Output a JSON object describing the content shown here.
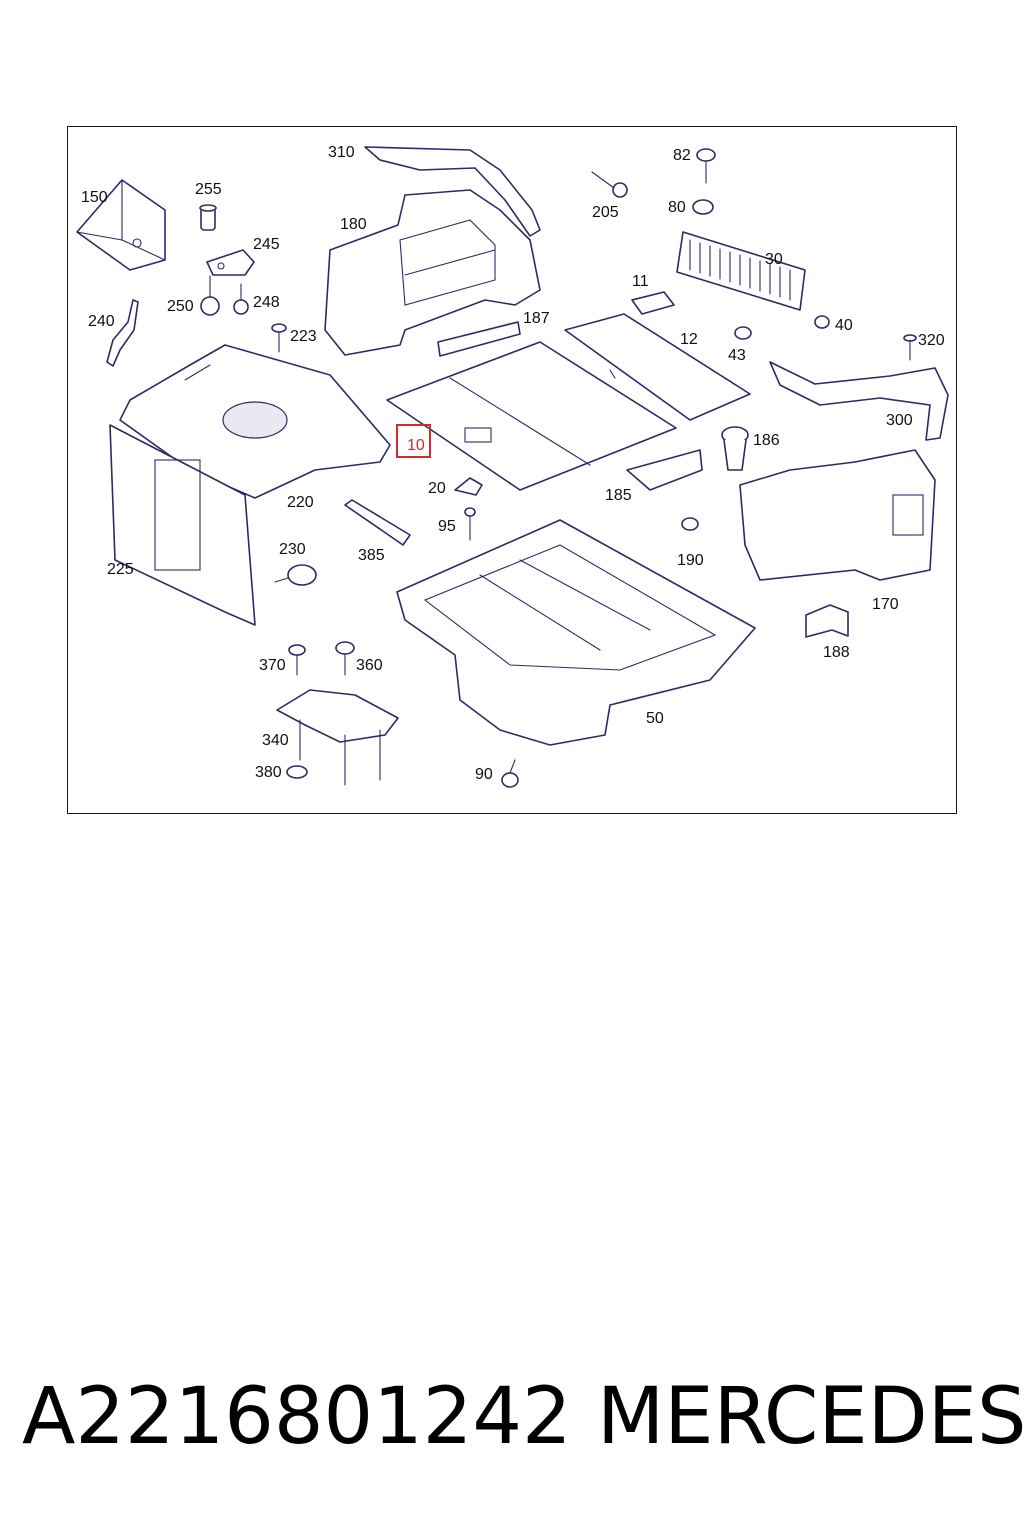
{
  "diagram": {
    "labels": [
      "310",
      "82",
      "150",
      "255",
      "180",
      "205",
      "80",
      "245",
      "30",
      "11",
      "240",
      "250",
      "248",
      "223",
      "187",
      "12",
      "40",
      "43",
      "320",
      "186",
      "300",
      "10",
      "20",
      "185",
      "220",
      "95",
      "385",
      "190",
      "225",
      "230",
      "170",
      "188",
      "370",
      "360",
      "50",
      "340",
      "380",
      "90"
    ],
    "highlighted_label": "10"
  },
  "caption": {
    "part_number": "A2216801242",
    "brand": "MERCEDES"
  },
  "colors": {
    "line": "#2b2b6b",
    "highlight": "#d42a2a"
  }
}
